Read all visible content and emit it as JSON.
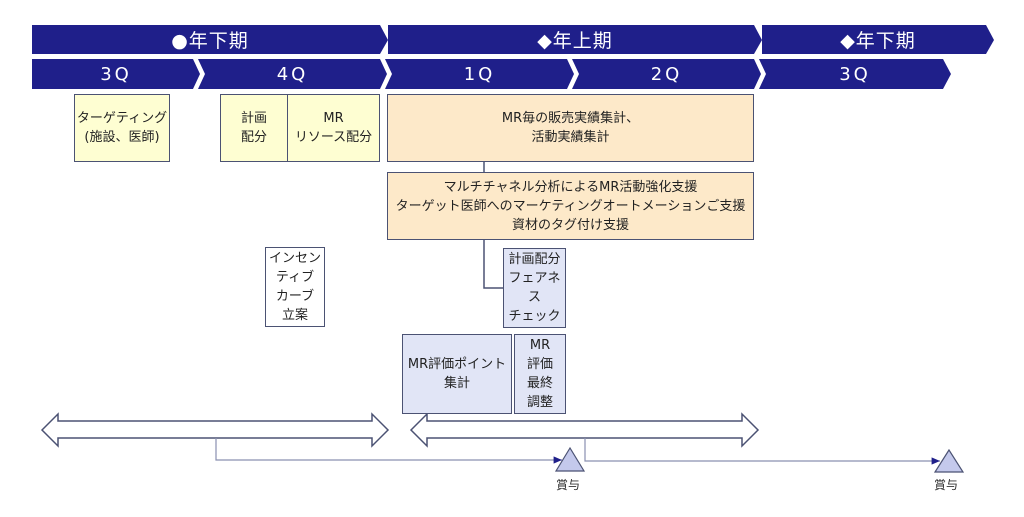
{
  "colors": {
    "header": "#1f1f8a",
    "yellow_box": "#fefed2",
    "peach_box": "#fde9c9",
    "lavender_box": "#e1e5f6",
    "border": "#4b5273",
    "milestone_fill": "#c4c9ec"
  },
  "periods": [
    {
      "label": "●年下期"
    },
    {
      "label": "◆年上期"
    },
    {
      "label": "◆年下期"
    }
  ],
  "quarters": [
    {
      "label": "3Q"
    },
    {
      "label": "4Q"
    },
    {
      "label": "1Q"
    },
    {
      "label": "2Q"
    },
    {
      "label": "3Q"
    }
  ],
  "boxes": {
    "targeting": "ターゲティング\n(施設、医師)",
    "plan_allocation": "計画\n配分",
    "mr_resource": "MR\nリソース配分",
    "sales_aggregation": "MR毎の販売実績集計、\n活動実績集計",
    "multichannel_support": "マルチチャネル分析によるMR活動強化支援\nターゲット医師へのマーケティングオートメーションご支援\n資材のタグ付け支援",
    "incentive_curve": "インセン\nティブ\nカーブ\n立案",
    "fairness_check": "計画配分\nフェアネス\nチェック",
    "mr_points": "MR評価ポイント\n集計",
    "mr_final": "MR\n評価\n最終\n調整"
  },
  "milestones": [
    {
      "label": "賞与"
    },
    {
      "label": "賞与"
    }
  ]
}
